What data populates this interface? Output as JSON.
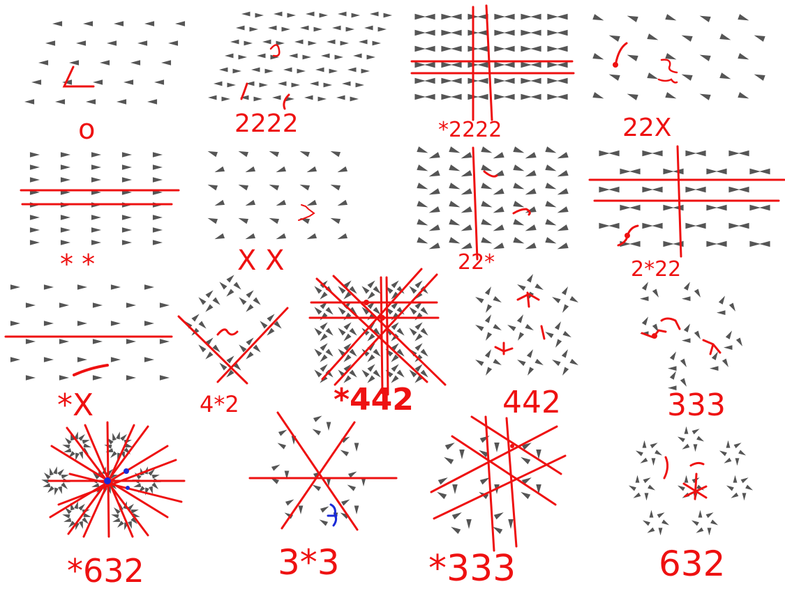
{
  "title": "",
  "colors": {
    "motif": "#555555",
    "annotation": "#ee1111",
    "marker": "#1a2bd8",
    "background": "#ffffff"
  },
  "panels": [
    {
      "id": "p0",
      "label": "o"
    },
    {
      "id": "p2222",
      "label": "2222"
    },
    {
      "id": "ps2222",
      "label": "*2222"
    },
    {
      "id": "p22x",
      "label": "22X"
    },
    {
      "id": "pss",
      "label": "* *"
    },
    {
      "id": "pxx",
      "label": "X X"
    },
    {
      "id": "p22s",
      "label": "22*"
    },
    {
      "id": "p2s22",
      "label": "2*22"
    },
    {
      "id": "psx",
      "label": "*X"
    },
    {
      "id": "p4s2",
      "label": "4*2"
    },
    {
      "id": "ps442",
      "label": "*442"
    },
    {
      "id": "p442",
      "label": "442"
    },
    {
      "id": "p333",
      "label": "333"
    },
    {
      "id": "ps632",
      "label": "*632"
    },
    {
      "id": "p3s3",
      "label": "3*3"
    },
    {
      "id": "ps333",
      "label": "*333"
    },
    {
      "id": "p632",
      "label": "632"
    }
  ]
}
